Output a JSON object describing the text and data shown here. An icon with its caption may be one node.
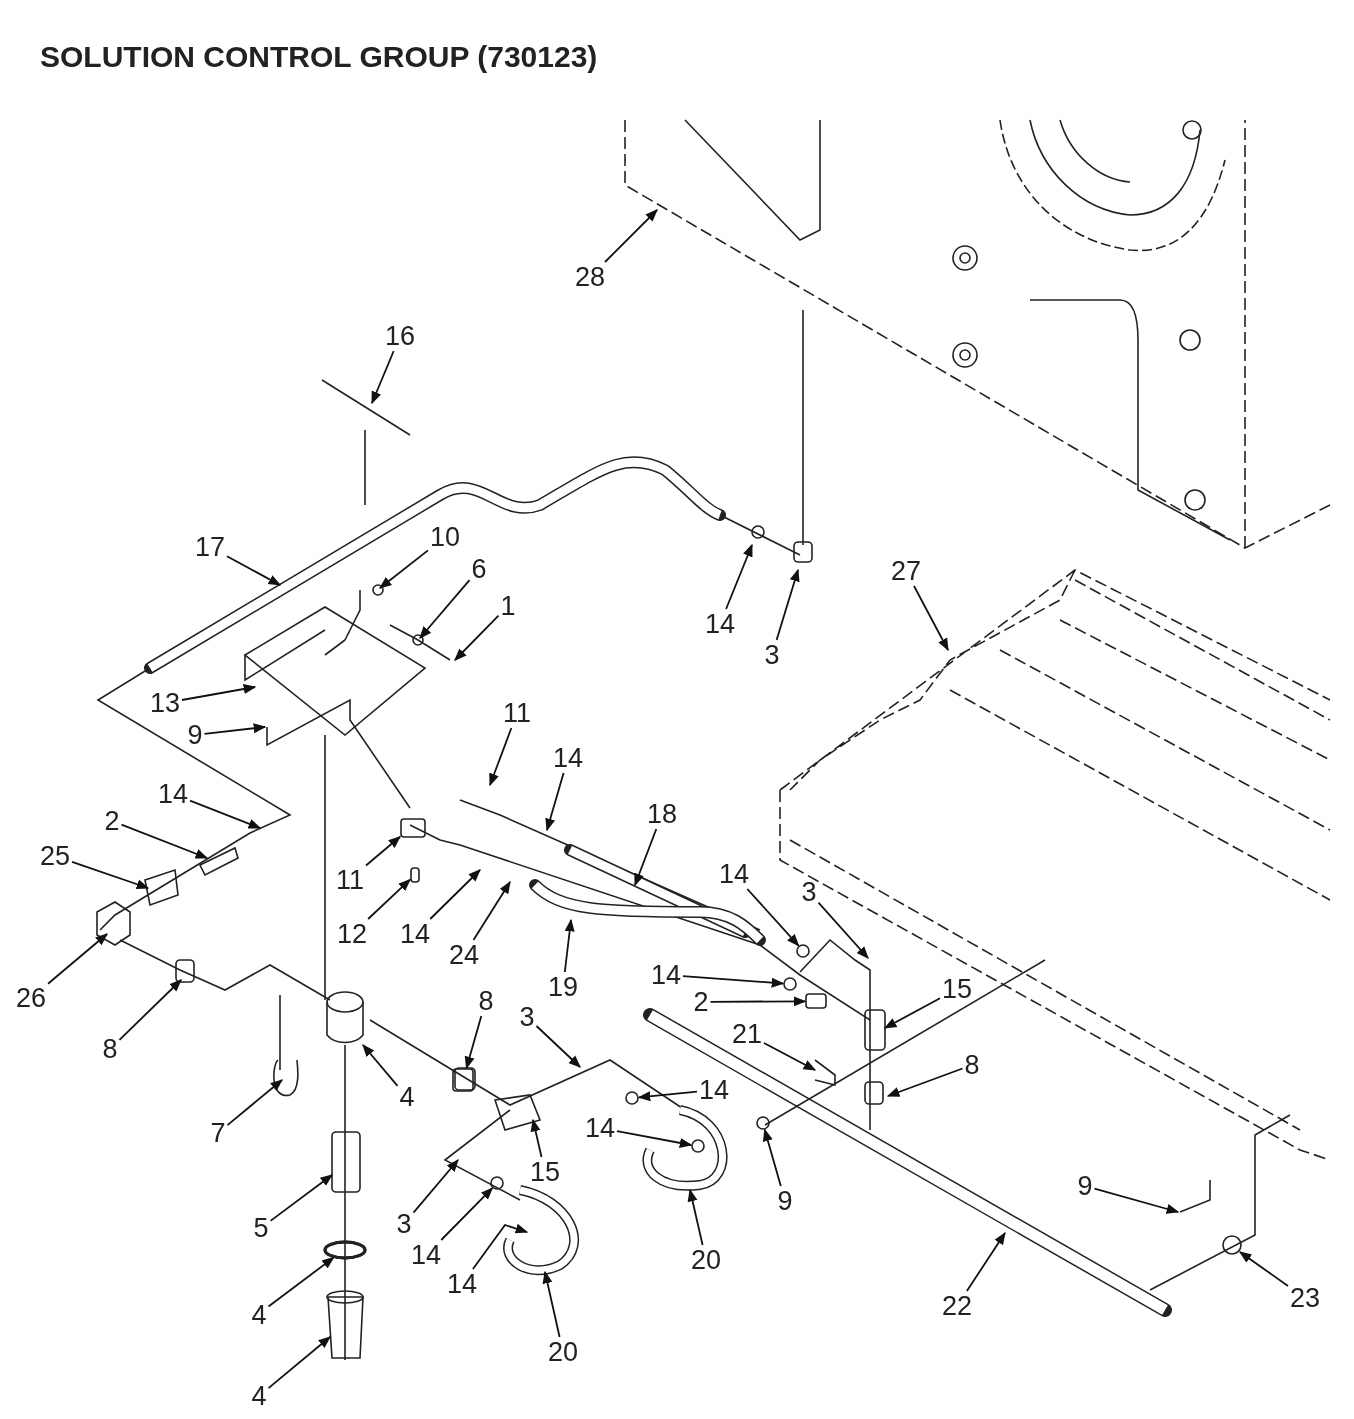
{
  "diagram": {
    "title": "SOLUTION CONTROL GROUP (730123)",
    "nodes": [
      {
        "text": [
          "28"
        ]
      },
      {
        "text": [
          "16"
        ]
      },
      {
        "text": [
          "17"
        ]
      },
      {
        "text": [
          "10"
        ]
      },
      {
        "text": [
          "6"
        ]
      },
      {
        "text": [
          "1"
        ]
      },
      {
        "text": [
          "14"
        ]
      },
      {
        "text": [
          "3"
        ]
      },
      {
        "text": [
          "27"
        ]
      },
      {
        "text": [
          "13"
        ]
      },
      {
        "text": [
          "9"
        ]
      },
      {
        "text": [
          "11"
        ]
      },
      {
        "text": [
          "14"
        ]
      },
      {
        "text": [
          "18"
        ]
      },
      {
        "text": [
          "14"
        ]
      },
      {
        "text": [
          "2"
        ]
      },
      {
        "text": [
          "25"
        ]
      },
      {
        "text": [
          "11"
        ]
      },
      {
        "text": [
          "12"
        ]
      },
      {
        "text": [
          "14"
        ]
      },
      {
        "text": [
          "24"
        ]
      },
      {
        "text": [
          "19"
        ]
      },
      {
        "text": [
          "14"
        ]
      },
      {
        "text": [
          "3"
        ]
      },
      {
        "text": [
          "26"
        ]
      },
      {
        "text": [
          "8"
        ]
      },
      {
        "text": [
          "14"
        ]
      },
      {
        "text": [
          "2"
        ]
      },
      {
        "text": [
          "15"
        ]
      },
      {
        "text": [
          "8"
        ]
      },
      {
        "text": [
          "3"
        ]
      },
      {
        "text": [
          "21"
        ]
      },
      {
        "text": [
          "8"
        ]
      },
      {
        "text": [
          "4"
        ]
      },
      {
        "text": [
          "7"
        ]
      },
      {
        "text": [
          "14"
        ]
      },
      {
        "text": [
          "15"
        ]
      },
      {
        "text": [
          "14"
        ]
      },
      {
        "text": [
          "9"
        ]
      },
      {
        "text": [
          "5"
        ]
      },
      {
        "text": [
          "3"
        ]
      },
      {
        "text": [
          "14"
        ]
      },
      {
        "text": [
          "14"
        ]
      },
      {
        "text": [
          "20"
        ]
      },
      {
        "text": [
          "9"
        ]
      },
      {
        "text": [
          "22"
        ]
      },
      {
        "text": [
          "23"
        ]
      },
      {
        "text": [
          "4"
        ]
      },
      {
        "text": [
          "20"
        ]
      },
      {
        "text": [
          "4"
        ]
      },
      {
        "text": [],
        "shape": "box"
      },
      {
        "text": [],
        "shape": "circle"
      },
      {
        "text": [],
        "shape": "circle"
      },
      {
        "text": [],
        "shape": "box"
      },
      {
        "text": [],
        "shape": "circle"
      },
      {
        "text": [],
        "shape": "circle"
      },
      {
        "text": [],
        "shape": "circle"
      },
      {
        "text": [],
        "shape": "circle"
      },
      {
        "text": [],
        "shape": "circle"
      },
      {
        "text": [],
        "shape": "box"
      },
      {
        "text": [],
        "shape": "box"
      }
    ],
    "edges": [
      {
        "from": 0,
        "to": null,
        "arrow": "to"
      },
      {
        "from": 1,
        "to": null,
        "arrow": "to"
      },
      {
        "from": 2,
        "to": null,
        "arrow": "to"
      },
      {
        "from": 3,
        "to": null,
        "arrow": "to"
      },
      {
        "from": 4,
        "to": null,
        "arrow": "to"
      },
      {
        "from": 5,
        "to": null,
        "arrow": "to"
      },
      {
        "from": 6,
        "to": null,
        "arrow": "to"
      },
      {
        "from": 7,
        "to": null,
        "arrow": "to"
      },
      {
        "from": 8,
        "to": null,
        "arrow": "to"
      },
      {
        "from": 9,
        "to": null,
        "arrow": "to"
      },
      {
        "from": 10,
        "to": null,
        "arrow": "to"
      },
      {
        "from": 11,
        "to": null,
        "arrow": "to"
      },
      {
        "from": 12,
        "to": null,
        "arrow": "to"
      },
      {
        "from": 13,
        "to": null,
        "arrow": "to"
      },
      {
        "from": 14,
        "to": null,
        "arrow": "to"
      },
      {
        "from": 15,
        "to": null,
        "arrow": "to"
      },
      {
        "from": 16,
        "to": null,
        "arrow": "to"
      },
      {
        "from": 17,
        "to": 59,
        "arrow": "to"
      },
      {
        "from": 18,
        "to": 50,
        "arrow": "to"
      },
      {
        "from": 19,
        "to": null,
        "arrow": "to"
      },
      {
        "from": 20,
        "to": null,
        "arrow": "to"
      },
      {
        "from": 21,
        "to": null,
        "arrow": "to"
      },
      {
        "from": 22,
        "to": 51,
        "arrow": "to"
      },
      {
        "from": 23,
        "to": null,
        "arrow": "to"
      },
      {
        "from": 24,
        "to": null,
        "arrow": "to"
      },
      {
        "from": 25,
        "to": null,
        "arrow": "to"
      },
      {
        "from": 26,
        "to": 52,
        "arrow": "to"
      },
      {
        "from": 27,
        "to": 60,
        "arrow": "to"
      },
      {
        "from": 28,
        "to": null,
        "arrow": "to"
      },
      {
        "from": 29,
        "to": 53,
        "arrow": "to"
      },
      {
        "from": 30,
        "to": null,
        "arrow": "to"
      },
      {
        "from": 31,
        "to": null,
        "arrow": "to"
      },
      {
        "from": 32,
        "to": null,
        "arrow": "to"
      },
      {
        "from": 33,
        "to": null,
        "arrow": "to"
      },
      {
        "from": 34,
        "to": null,
        "arrow": "to"
      },
      {
        "from": 35,
        "to": 54,
        "arrow": "to"
      },
      {
        "from": 36,
        "to": null,
        "arrow": "to"
      },
      {
        "from": 37,
        "to": 55,
        "arrow": "to"
      },
      {
        "from": 38,
        "to": 56,
        "arrow": "to"
      },
      {
        "from": 39,
        "to": null,
        "arrow": "to"
      },
      {
        "from": 40,
        "to": null,
        "arrow": "to"
      },
      {
        "from": 41,
        "to": 57,
        "arrow": "to"
      },
      {
        "from": 42,
        "to": null,
        "arrow": "to"
      },
      {
        "from": 43,
        "to": null,
        "arrow": "to"
      },
      {
        "from": 44,
        "to": null,
        "arrow": "to"
      },
      {
        "from": 45,
        "to": null,
        "arrow": "to"
      },
      {
        "from": 46,
        "to": null,
        "arrow": "to"
      },
      {
        "from": 47,
        "to": 58,
        "arrow": "to"
      },
      {
        "from": 48,
        "to": null,
        "arrow": "to"
      },
      {
        "from": 49,
        "to": null,
        "arrow": "to"
      }
    ]
  }
}
